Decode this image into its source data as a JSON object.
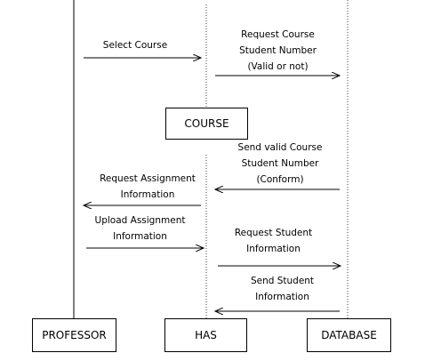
{
  "participants": {
    "professor": "PROFESSOR",
    "has": "HAS",
    "database": "DATABASE",
    "course": "COURSE"
  },
  "messages": {
    "select_course": "Select Course",
    "request_course_student_number": "Request Course\nStudent Number\n(Valid or not)",
    "send_valid_course_student_number": "Send valid Course\nStudent Number\n(Conform)",
    "request_assignment_information": "Request Assignment\nInformation",
    "upload_assignment_information": "Upload Assignment\nInformation",
    "request_student_information": "Request Student\nInformation",
    "send_student_information": "Send Student\nInformation"
  }
}
